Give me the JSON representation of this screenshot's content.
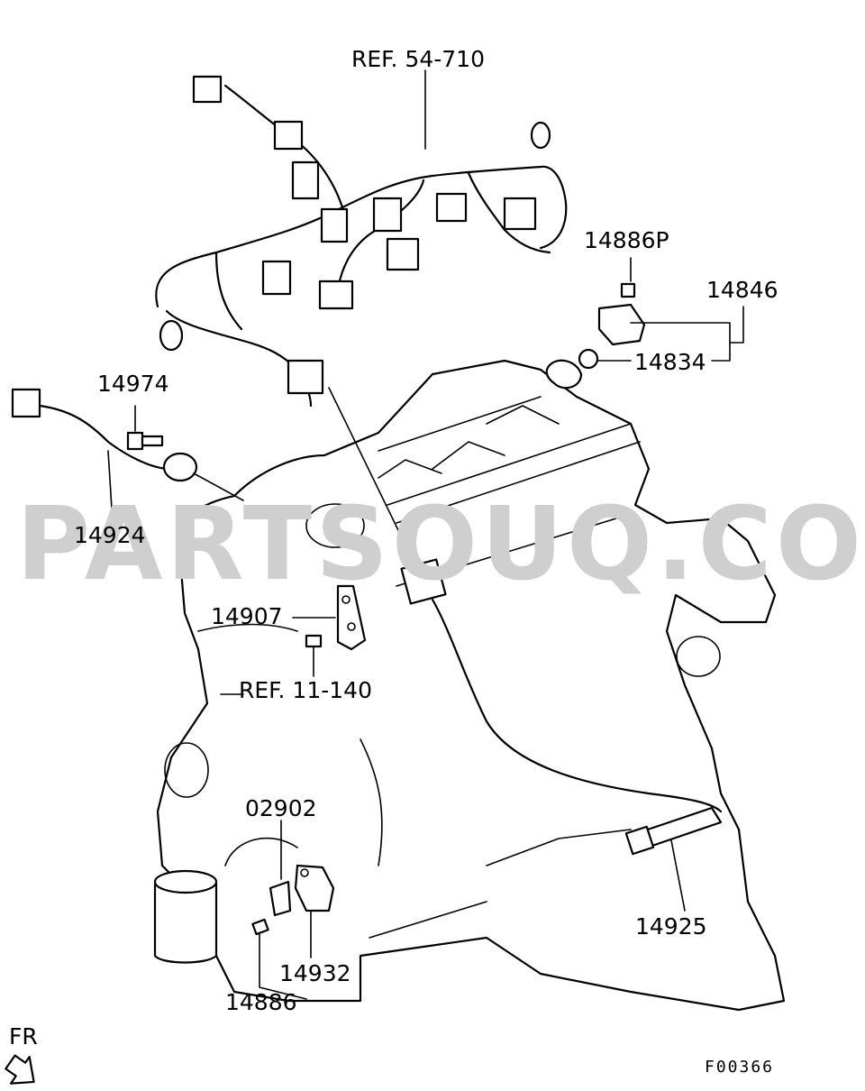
{
  "watermark": "PARTSOUQ.COM",
  "labels": {
    "ref_harness": "REF. 54-710",
    "p14886P": "14886P",
    "p14846": "14846",
    "p14834": "14834",
    "p14974": "14974",
    "p14924": "14924",
    "p14907": "14907",
    "ref_engine": "REF. 11-140",
    "p02902": "02902",
    "p14932": "14932",
    "p14886": "14886",
    "p14925": "14925"
  },
  "orientation": "FR",
  "figure_code": "F00366",
  "icons": {
    "front_arrow": "front-direction-arrow-icon"
  }
}
